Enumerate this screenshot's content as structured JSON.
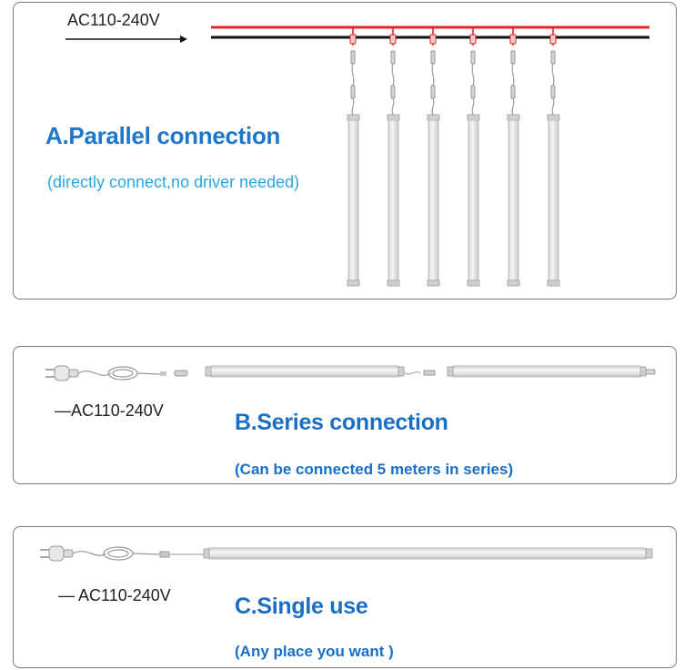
{
  "panels": {
    "parallel": {
      "voltage": "AC110-240V",
      "title": "A.Parallel connection",
      "subtitle": "(directly connect,no driver needed)",
      "tube_count": 6,
      "wire_colors": {
        "live": "#e0242b",
        "neutral": "#111111"
      }
    },
    "series": {
      "voltage": "—AC110-240V",
      "title": "B.Series connection",
      "subtitle": "(Can be connected 5 meters in series)",
      "tube_count": 2
    },
    "single": {
      "voltage": "— AC110-240V",
      "title": "C.Single use",
      "subtitle": "(Any place you want )",
      "tube_count": 1
    }
  },
  "colors": {
    "heading": "#1f77c9",
    "subtitle_light": "#2aa6e2",
    "tube_fill": "#e6e6e6",
    "tube_edge": "#bdbdbd",
    "panel_border": "#7a7a7a"
  },
  "icons": [
    "eu-plug-icon",
    "coiled-cable-icon",
    "connector-icon",
    "led-tube-icon"
  ]
}
